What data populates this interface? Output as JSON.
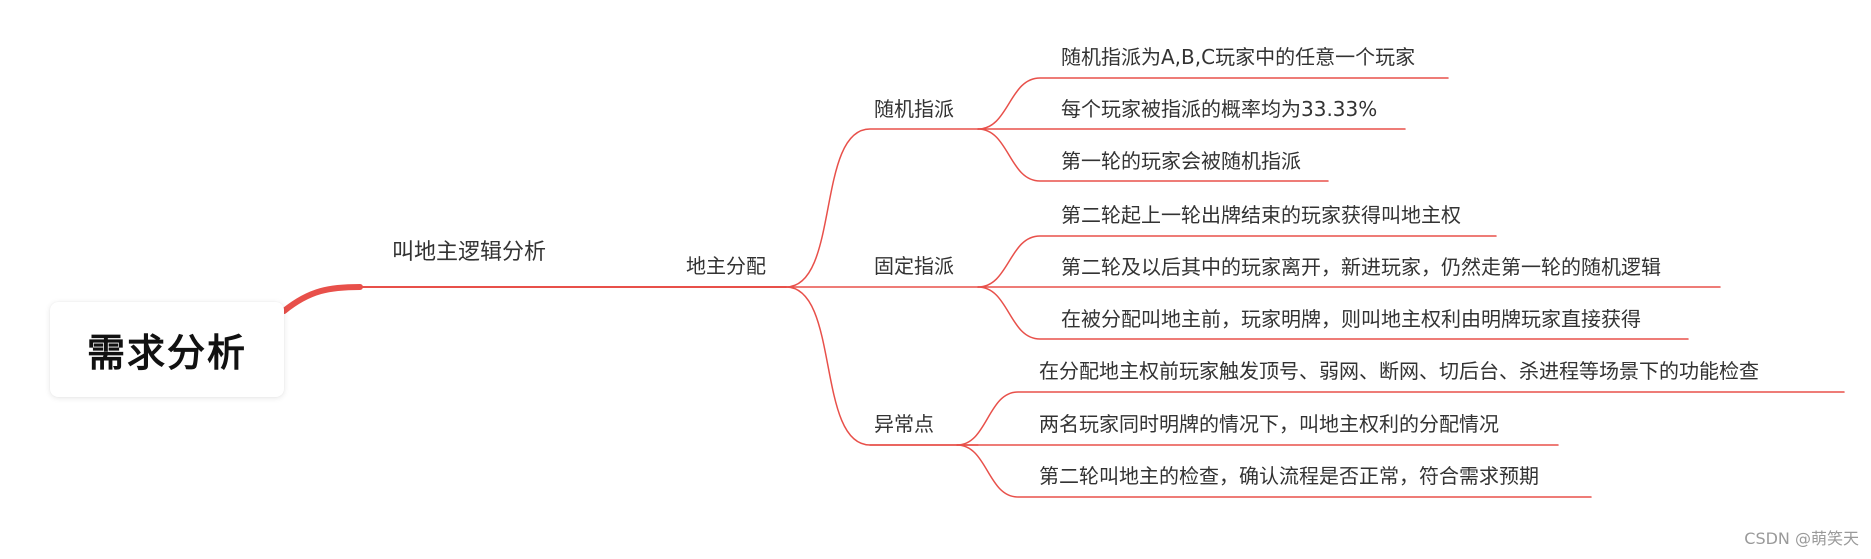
{
  "root": {
    "label": "需求分析"
  },
  "branch": {
    "label": "叫地主逻辑分析"
  },
  "topic": {
    "label": "地主分配"
  },
  "categories": [
    {
      "label": "随机指派",
      "items": [
        "随机指派为A,B,C玩家中的任意一个玩家",
        "每个玩家被指派的概率均为33.33%",
        "第一轮的玩家会被随机指派"
      ]
    },
    {
      "label": "固定指派",
      "items": [
        "第二轮起上一轮出牌结束的玩家获得叫地主权",
        "第二轮及以后其中的玩家离开，新进玩家，仍然走第一轮的随机逻辑",
        "在被分配叫地主前，玩家明牌，则叫地主权利由明牌玩家直接获得"
      ]
    },
    {
      "label": "异常点",
      "items": [
        "在分配地主权前玩家触发顶号、弱网、断网、切后台、杀进程等场景下的功能检查",
        "两名玩家同时明牌的情况下，叫地主权利的分配情况",
        "第二轮叫地主的检查，确认流程是否正常，符合需求预期"
      ]
    }
  ],
  "watermark": "CSDN @萌笑天",
  "colors": {
    "line": "#e8504a",
    "text": "#333333"
  }
}
